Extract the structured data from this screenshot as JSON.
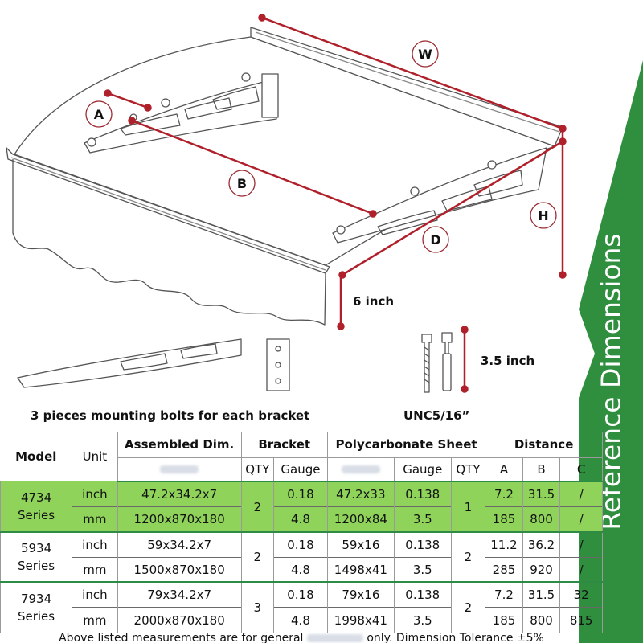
{
  "banner": {
    "text": "Reference Dimensions",
    "color": "#2f8f3f"
  },
  "labels": {
    "w": "W",
    "a": "A",
    "b": "B",
    "d": "D",
    "h": "H"
  },
  "dimensions": {
    "six_inch": "6 inch",
    "three_five_inch": "3.5 inch"
  },
  "captions": {
    "bolts": "3 pieces mounting bolts for each bracket",
    "thread": "UNC5/16”"
  },
  "colors": {
    "dimension_line": "#b0202a",
    "highlight_row": "#8fd35a",
    "separator": "#2e8b45"
  },
  "table": {
    "headers": {
      "model": "Model",
      "unit": "Unit",
      "assembled": "Assembled Dim.",
      "bracket": "Bracket",
      "sheet": "Polycarbonate Sheet",
      "distance": "Distance"
    },
    "subheaders": {
      "qty": "QTY",
      "gauge": "Gauge",
      "sheet_gauge": "Gauge",
      "sheet_qty": "QTY",
      "a": "A",
      "b": "B",
      "c": "C"
    },
    "groups": [
      {
        "model_line1": "4734",
        "model_line2": "Series",
        "bracket_qty": "2",
        "sheet_qty": "1",
        "rows": [
          {
            "unit": "inch",
            "assembled": "47.2x34.2x7",
            "gauge": "0.18",
            "sheet": "47.2x33",
            "sheet_gauge": "0.138",
            "a": "7.2",
            "b": "31.5",
            "c": "/"
          },
          {
            "unit": "mm",
            "assembled": "1200x870x180",
            "gauge": "4.8",
            "sheet": "1200x84",
            "sheet_gauge": "3.5",
            "a": "185",
            "b": "800",
            "c": "/"
          }
        ]
      },
      {
        "model_line1": "5934",
        "model_line2": "Series",
        "bracket_qty": "2",
        "sheet_qty": "2",
        "rows": [
          {
            "unit": "inch",
            "assembled": "59x34.2x7",
            "gauge": "0.18",
            "sheet": "59x16",
            "sheet_gauge": "0.138",
            "a": "11.2",
            "b": "36.2",
            "c": "/"
          },
          {
            "unit": "mm",
            "assembled": "1500x870x180",
            "gauge": "4.8",
            "sheet": "1498x41",
            "sheet_gauge": "3.5",
            "a": "285",
            "b": "920",
            "c": "/"
          }
        ]
      },
      {
        "model_line1": "7934",
        "model_line2": "Series",
        "bracket_qty": "3",
        "sheet_qty": "2",
        "rows": [
          {
            "unit": "inch",
            "assembled": "79x34.2x7",
            "gauge": "0.18",
            "sheet": "79x16",
            "sheet_gauge": "0.138",
            "a": "7.2",
            "b": "31.5",
            "c": "32"
          },
          {
            "unit": "mm",
            "assembled": "2000x870x180",
            "gauge": "4.8",
            "sheet": "1998x41",
            "sheet_gauge": "3.5",
            "a": "185",
            "b": "800",
            "c": "815"
          }
        ]
      }
    ]
  },
  "footnote": {
    "before": "Above listed measurements are for general",
    "after": "only. Dimension Tolerance ±5%"
  }
}
